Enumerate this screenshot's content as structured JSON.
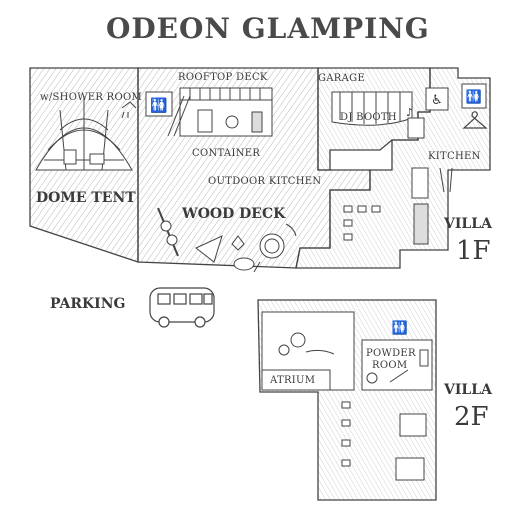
{
  "title": "ODEON GLAMPING",
  "labels": {
    "shower_room": "w/SHOWER ROOM",
    "dome_tent": "DOME TENT",
    "rooftop_deck": "ROOFTOP DECK",
    "container": "CONTAINER",
    "garage": "GARAGE",
    "dj_booth": "DJ BOOTH",
    "kitchen": "KITCHEN",
    "outdoor_kitchen": "OUTDOOR KITCHEN",
    "wood_deck": "WOOD DECK",
    "villa": "VILLA",
    "floor_1f": "1F",
    "floor_2f": "2F",
    "parking": "PARKING",
    "atrium": "ATRIUM",
    "powder_room_1": "POWDER",
    "powder_room_2": "ROOM"
  },
  "icons": [
    "restroom-icon",
    "wheelchair-icon",
    "hanger-icon",
    "music-note-icon",
    "van-icon",
    "chair-icon",
    "stool-icon",
    "flower-icon"
  ],
  "colors": {
    "ink": "#3a3a3a",
    "paper": "#ffffff",
    "hatch": "#8a8a8a"
  }
}
